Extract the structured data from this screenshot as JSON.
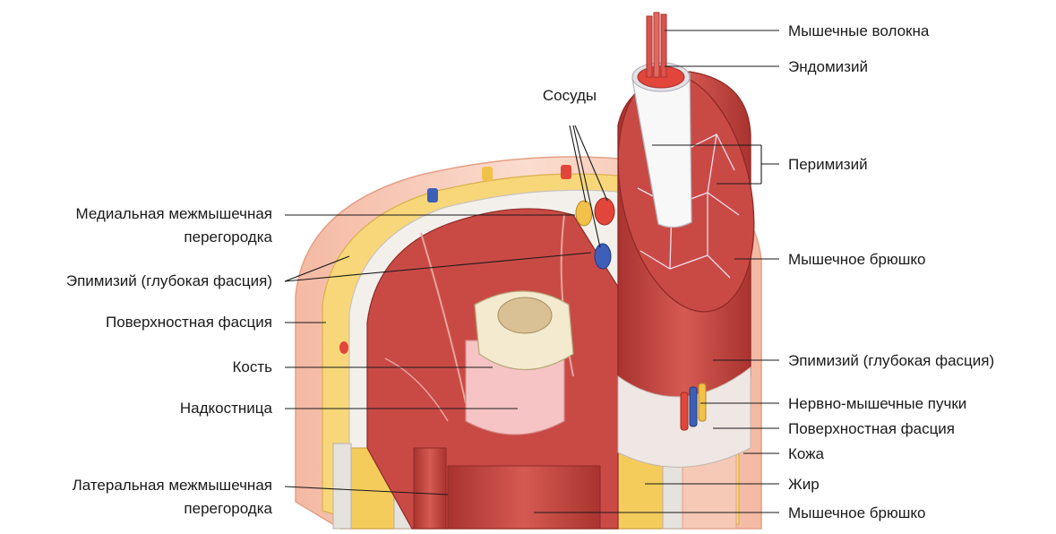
{
  "labels": {
    "vessels": "Сосуды",
    "medial_septum_line1": "Медиальная межмышечная",
    "medial_septum_line2": "перегородка",
    "epimysium_left": "Эпимизий (глубокая фасция)",
    "superficial_fascia_left": "Поверхностная фасция",
    "bone": "Кость",
    "periosteum": "Надкостница",
    "lateral_septum_line1": "Латеральная межмышечная",
    "lateral_septum_line2": "перегородка",
    "muscle_fibers": "Мышечные волокна",
    "endomysium": "Эндомизий",
    "perimysium": "Перимизий",
    "muscle_belly_upper": "Мышечное брюшко",
    "epimysium_right": "Эпимизий (глубокая фасция)",
    "neurovascular_bundles": "Нервно-мышечные пучки",
    "superficial_fascia_right": "Поверхностная фасция",
    "skin": "Кожа",
    "fat": "Жир",
    "muscle_belly_lower": "Мышечное брюшко"
  },
  "colors": {
    "muscle": "#c94a45",
    "muscle_dark": "#a9332f",
    "muscle_light": "#e07a70",
    "fat": "#f7d77a",
    "fascia": "#f3f0ec",
    "skin": "#f6c9b6",
    "bone": "#f3ead0",
    "periosteum": "#f6c4c4",
    "artery": "#e2453a",
    "vein": "#3d5fb8",
    "nerve": "#f2c14a"
  }
}
